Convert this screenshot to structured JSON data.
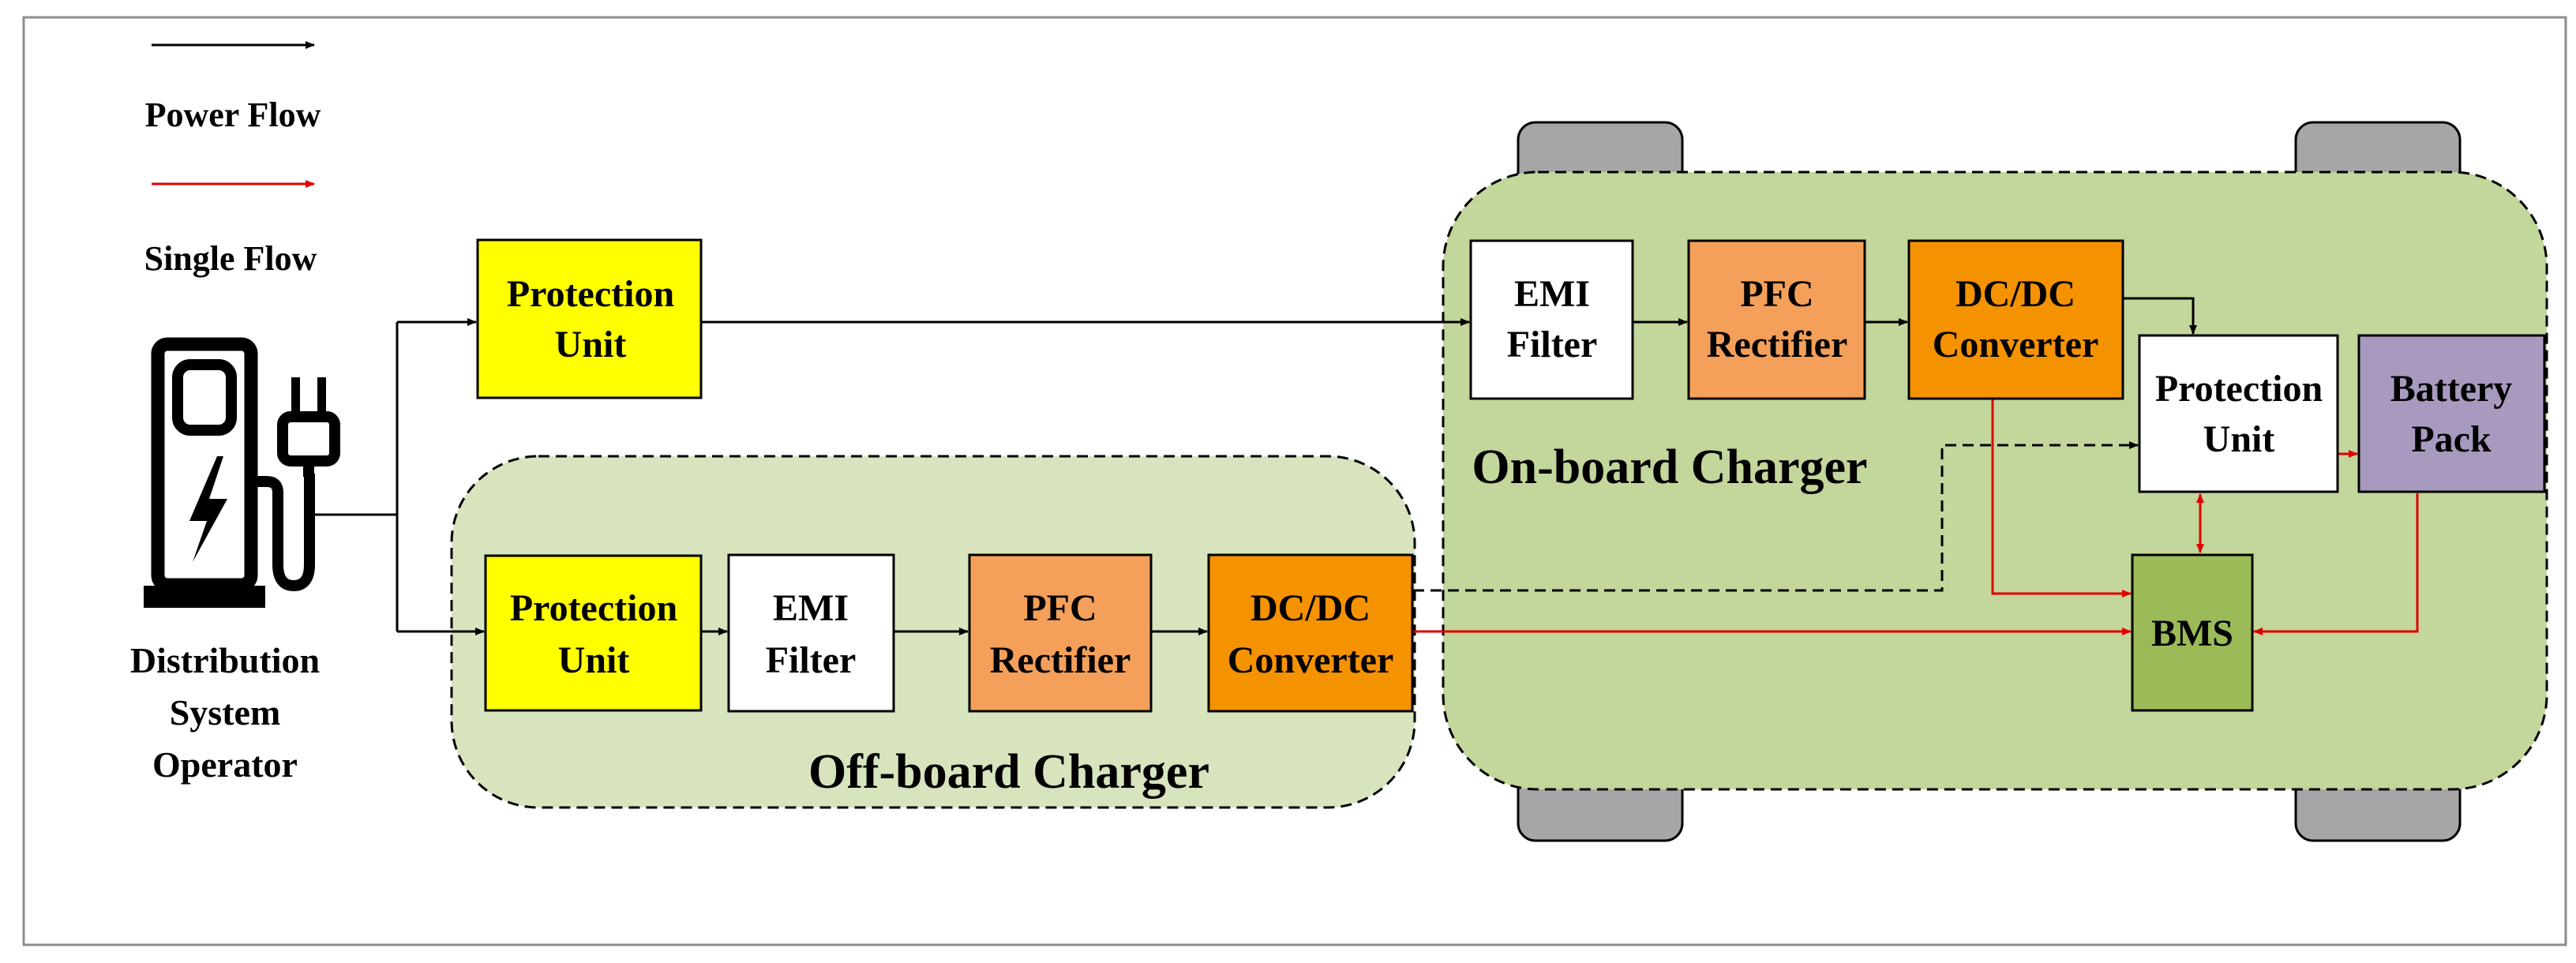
{
  "legend": {
    "power_flow": "Power Flow",
    "signal_flow": "Single Flow",
    "power_color": "#000000",
    "signal_color": "#e00000"
  },
  "source": {
    "label_lines": [
      "Distribution",
      "System",
      "Operator"
    ],
    "icon": "ev-charging-station-icon"
  },
  "direct_path": {
    "protection_unit": [
      "Protection",
      "Unit"
    ]
  },
  "offboard": {
    "title": "Off-board Charger",
    "protection_unit": [
      "Protection",
      "Unit"
    ],
    "emi_filter": [
      "EMI",
      "Filter"
    ],
    "pfc_rectifier": [
      "PFC",
      "Rectifier"
    ],
    "dcdc_converter": [
      "DC/DC",
      "Converter"
    ]
  },
  "onboard": {
    "title": "On-board Charger",
    "emi_filter": [
      "EMI",
      "Filter"
    ],
    "pfc_rectifier": [
      "PFC",
      "Rectifier"
    ],
    "dcdc_converter": [
      "DC/DC",
      "Converter"
    ],
    "protection_unit": [
      "Protection",
      "Unit"
    ],
    "battery_pack": [
      "Battery",
      "Pack"
    ],
    "bms": "BMS",
    "wheel_icon": "wheel-icon"
  },
  "colors": {
    "protection": "#ffff00",
    "emi": "#ffffff",
    "pfc": "#f4a05a",
    "dcdc": "#f59200",
    "battery": "#a89abe",
    "bms": "#9bbb59",
    "onboard_region": "#c3d69b",
    "offboard_region": "#d7e4bd",
    "wheel": "#a6a6a6"
  }
}
